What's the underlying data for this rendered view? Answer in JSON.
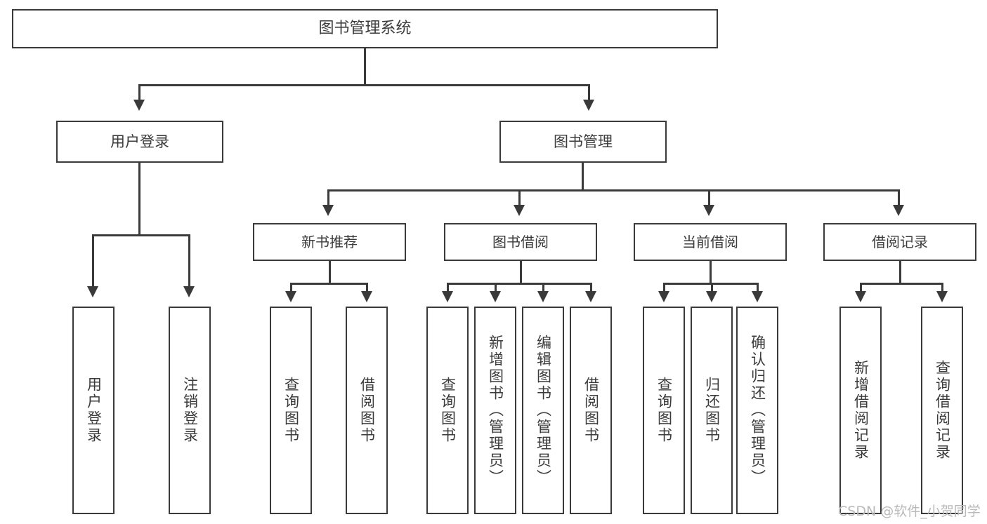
{
  "diagram": {
    "title": "图书管理系统",
    "root": {
      "label": "图书管理系统"
    },
    "level1": [
      {
        "label": "用户登录"
      },
      {
        "label": "图书管理"
      }
    ],
    "level2": [
      {
        "label": "新书推荐"
      },
      {
        "label": "图书借阅"
      },
      {
        "label": "当前借阅"
      },
      {
        "label": "借阅记录"
      }
    ],
    "leaves": {
      "user_login": [
        {
          "label": "用户登录"
        },
        {
          "label": "注销登录"
        }
      ],
      "new_book_recommend": [
        {
          "label": "查询图书"
        },
        {
          "label": "借阅图书"
        }
      ],
      "book_borrow": [
        {
          "label": "查询图书"
        },
        {
          "label": "新增图书（管理员）"
        },
        {
          "label": "编辑图书（管理员）"
        },
        {
          "label": "借阅图书"
        }
      ],
      "current_borrow": [
        {
          "label": "查询图书"
        },
        {
          "label": "归还图书"
        },
        {
          "label": "确认归还（管理员）"
        }
      ],
      "borrow_record": [
        {
          "label": "新增借阅记录"
        },
        {
          "label": "查询借阅记录"
        }
      ]
    }
  },
  "watermark": {
    "text": "CSDN @软件_小贺同学"
  },
  "colors": {
    "border": "#3a3a3a",
    "text": "#3b3b3b",
    "background": "#ffffff",
    "watermark": "#b9b9b9"
  }
}
